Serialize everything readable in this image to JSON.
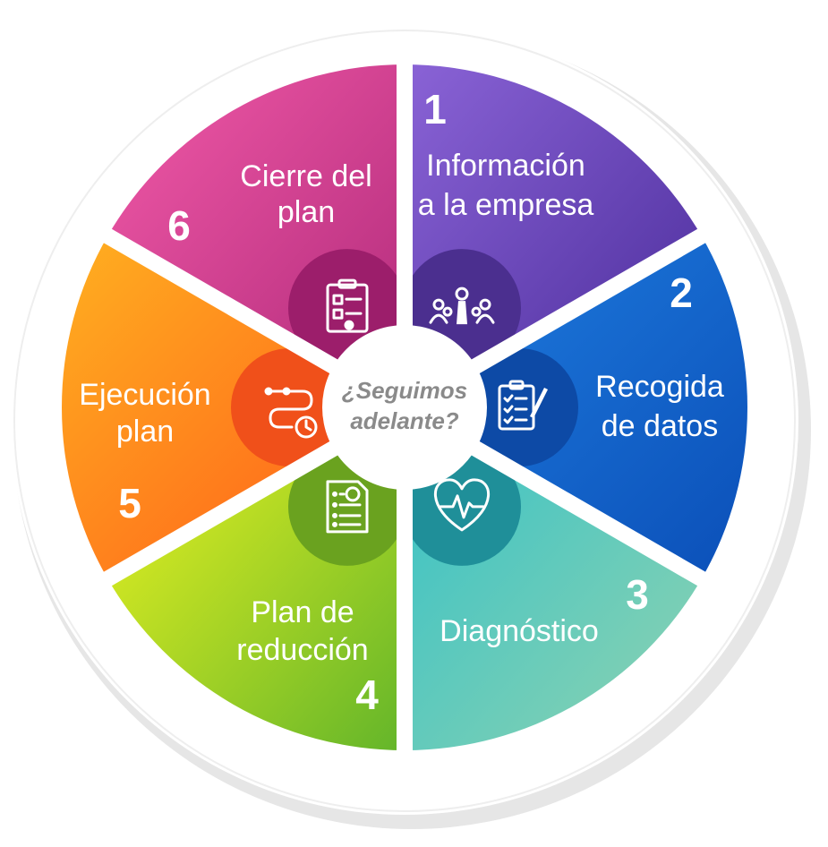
{
  "center": {
    "line1": "¿Seguimos",
    "line2": "adelante?"
  },
  "colors": {
    "ring": "#ffffff",
    "gap": "#ffffff",
    "center": "#ffffff",
    "center_text": "#8a8a8a"
  },
  "segments": [
    {
      "number": "1",
      "line1": "Información",
      "line2": "a la empresa",
      "icon": "meeting-people-icon",
      "color_from": "#8a63d6",
      "color_to": "#4a2c9a",
      "circle": "#4b2f8f"
    },
    {
      "number": "2",
      "line1": "Recogida",
      "line2": "de datos",
      "icon": "clipboard-checklist-pen-icon",
      "color_from": "#1f7ee0",
      "color_to": "#0b4fb8",
      "circle": "#0d4aa6"
    },
    {
      "number": "3",
      "line1": "Diagnóstico",
      "line2": "",
      "icon": "heart-pulse-icon",
      "color_from": "#35c1c7",
      "color_to": "#8fd3b0",
      "circle": "#1f8f99"
    },
    {
      "number": "4",
      "line1": "Plan de",
      "line2": "reducción",
      "icon": "document-report-icon",
      "color_from": "#f0f520",
      "color_to": "#63b52a",
      "circle": "#6aa21f"
    },
    {
      "number": "5",
      "line1": "Ejecución",
      "line2": "plan",
      "icon": "roadmap-clock-icon",
      "color_from": "#ffb020",
      "color_to": "#ff5a1a",
      "circle": "#f0501a"
    },
    {
      "number": "6",
      "line1": "Cierre del",
      "line2": "plan",
      "icon": "clipboard-plan-icon",
      "color_from": "#f25aa8",
      "color_to": "#b02a7a",
      "circle": "#9c1e6b"
    }
  ]
}
